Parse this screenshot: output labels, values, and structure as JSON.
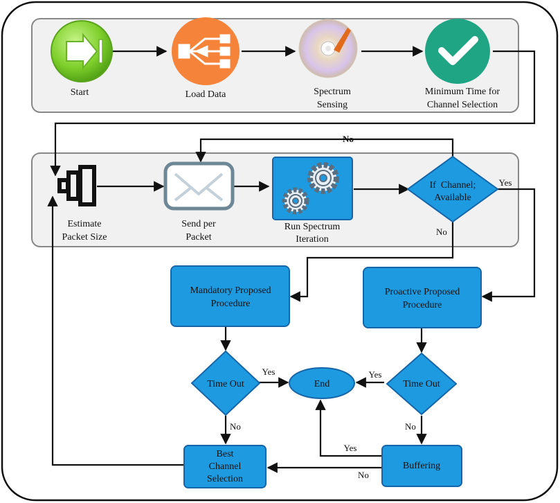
{
  "nodes": {
    "start": "Start",
    "load_data": "Load Data",
    "spectrum_sensing": [
      "Spectrum",
      "Sensing"
    ],
    "min_time": [
      "Minimum Time for",
      "Channel Selection"
    ],
    "estimate_packet": [
      "Estimate",
      "Packet Size"
    ],
    "send_packet": [
      "Send per",
      "Packet"
    ],
    "run_spectrum": [
      "Run Spectrum",
      "Iteration"
    ],
    "if_channel": [
      "If  Channel;",
      "Available"
    ],
    "mandatory": [
      "Mandatory Proposed",
      "Procedure"
    ],
    "proactive": [
      "Proactive Proposed",
      "Procedure"
    ],
    "timeout_left": "Time Out",
    "timeout_right": "Time Out",
    "end": "End",
    "best_channel": [
      "Best",
      "Channel",
      "Selection"
    ],
    "buffering": "Buffering"
  },
  "edges": {
    "no_top": "No",
    "yes_channel": "Yes",
    "no_channel": "No",
    "yes_left": "Yes",
    "no_left": "No",
    "yes_right": "Yes",
    "no_right": "No",
    "yes_buffer": "Yes",
    "no_buffer": "No"
  },
  "colors": {
    "node_blue": "#1e9be0",
    "node_border": "#1565a8",
    "panel_fill": "#f1f1f1",
    "panel_border": "#888888"
  }
}
